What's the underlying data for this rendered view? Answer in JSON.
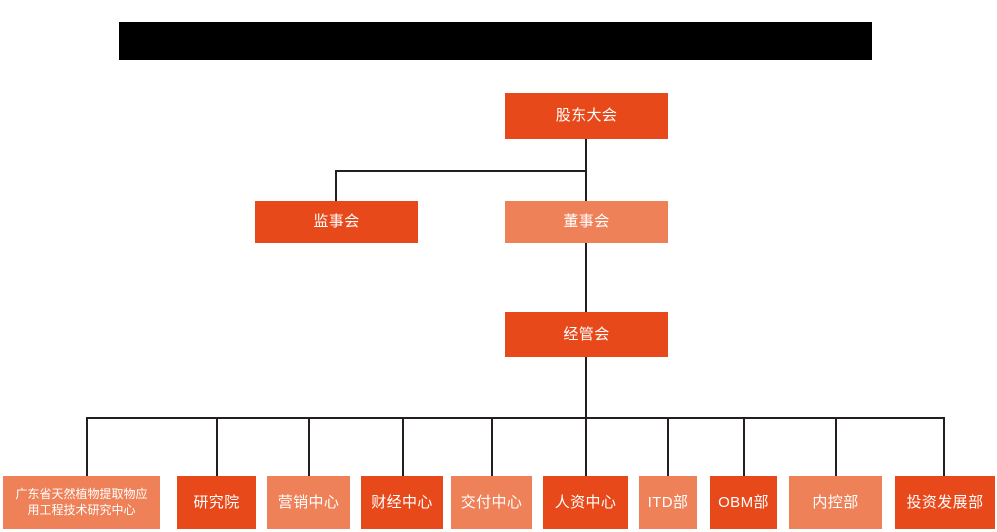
{
  "page": {
    "title_bar": {
      "name": "redacted-title-bar",
      "text": "",
      "color": "#000000"
    },
    "background_color": "#ffffff",
    "line_color": "#231f20"
  },
  "palette": {
    "dark_orange": "#E8491A",
    "light_orange": "#EF8159",
    "text_color": "#ffffff"
  },
  "chart_data": {
    "type": "org-chart",
    "title": "",
    "nodes": [
      {
        "id": "shareholders",
        "label": "股东大会",
        "level": 0,
        "style": "dark"
      },
      {
        "id": "supervisors",
        "label": "监事会",
        "level": 1,
        "style": "dark"
      },
      {
        "id": "directors",
        "label": "董事会",
        "level": 1,
        "style": "light"
      },
      {
        "id": "management",
        "label": "经管会",
        "level": 2,
        "style": "dark"
      },
      {
        "id": "research-center",
        "label": "广东省天然植物提取物应\n用工程技术研究中心",
        "level": 3,
        "style": "light"
      },
      {
        "id": "institute",
        "label": "研究院",
        "level": 3,
        "style": "dark"
      },
      {
        "id": "marketing-center",
        "label": "营销中心",
        "level": 3,
        "style": "light"
      },
      {
        "id": "finance-center",
        "label": "财经中心",
        "level": 3,
        "style": "dark"
      },
      {
        "id": "delivery-center",
        "label": "交付中心",
        "level": 3,
        "style": "light"
      },
      {
        "id": "hr-center",
        "label": "人资中心",
        "level": 3,
        "style": "dark"
      },
      {
        "id": "itd-dept",
        "label": "ITD部",
        "level": 3,
        "style": "light"
      },
      {
        "id": "obm-dept",
        "label": "OBM部",
        "level": 3,
        "style": "dark"
      },
      {
        "id": "internal-control-dept",
        "label": "内控部",
        "level": 3,
        "style": "light"
      },
      {
        "id": "investment-development-dept",
        "label": "投资发展部",
        "level": 3,
        "style": "dark"
      }
    ],
    "edges": [
      {
        "from": "shareholders",
        "to": "supervisors"
      },
      {
        "from": "shareholders",
        "to": "directors"
      },
      {
        "from": "directors",
        "to": "management"
      },
      {
        "from": "management",
        "to": "research-center"
      },
      {
        "from": "management",
        "to": "institute"
      },
      {
        "from": "management",
        "to": "marketing-center"
      },
      {
        "from": "management",
        "to": "finance-center"
      },
      {
        "from": "management",
        "to": "delivery-center"
      },
      {
        "from": "management",
        "to": "hr-center"
      },
      {
        "from": "management",
        "to": "itd-dept"
      },
      {
        "from": "management",
        "to": "obm-dept"
      },
      {
        "from": "management",
        "to": "internal-control-dept"
      },
      {
        "from": "management",
        "to": "investment-development-dept"
      }
    ]
  }
}
